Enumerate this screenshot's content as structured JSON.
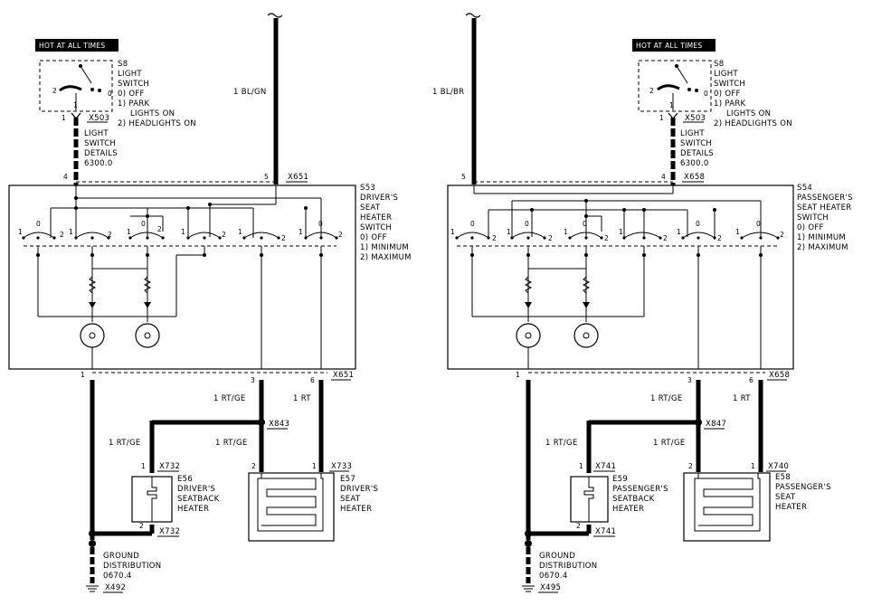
{
  "left": {
    "hot_label": "HOT AT ALL TIMES",
    "light_switch": {
      "id": "S8",
      "lines": [
        "LIGHT",
        "SWITCH",
        "0) OFF",
        "1) PARK",
        "LIGHTS ON",
        "2) HEADLIGHTS ON"
      ],
      "pos_labels": [
        "1",
        "2",
        "0"
      ]
    },
    "connector_top": "X503",
    "pin_top": "1",
    "details": [
      "LIGHT",
      "SWITCH",
      "DETAILS",
      "6300.0"
    ],
    "feed_wire": "1 BL/GN",
    "bus_connector": "X651",
    "bus_pins": [
      "4",
      "5"
    ],
    "seat_switch": {
      "id": "S53",
      "lines": [
        "DRIVER'S",
        "SEAT",
        "HEATER",
        "SWITCH",
        "0) OFF",
        "1) MINIMUM",
        "2) MAXIMUM"
      ]
    },
    "bottom_connector": "X651",
    "bottom_pins": [
      "1",
      "3",
      "6"
    ],
    "wire_rt_ge_a": "1 RT/GE",
    "wire_rt": "1 RT",
    "splice": "X843",
    "wire_rt_ge_b": "1 RT/GE",
    "wire_rt_ge_c": "1 RT/GE",
    "back_heater": {
      "id": "E56",
      "lines": [
        "DRIVER'S",
        "SEATBACK",
        "HEATER"
      ],
      "conn_top": "X732",
      "conn_bottom": "X732",
      "pin_top": "1",
      "pin_bottom": "2"
    },
    "seat_heater": {
      "id": "E57",
      "lines": [
        "DRIVER'S",
        "SEAT",
        "HEATER"
      ],
      "conn": "X733",
      "pins": [
        "2",
        "1"
      ]
    },
    "ground": {
      "lines": [
        "GROUND",
        "DISTRIBUTION",
        "0670.4"
      ],
      "conn": "X492"
    }
  },
  "right": {
    "hot_label": "HOT AT ALL TIMES",
    "light_switch": {
      "id": "S8",
      "lines": [
        "LIGHT",
        "SWITCH",
        "0) OFF",
        "1) PARK",
        "LIGHTS ON",
        "2) HEADLIGHTS ON"
      ],
      "pos_labels": [
        "1",
        "2",
        "0"
      ]
    },
    "connector_top": "X503",
    "pin_top": "1",
    "details": [
      "LIGHT",
      "SWITCH",
      "DETAILS",
      "6300.0"
    ],
    "feed_wire": "1 BL/BR",
    "bus_connector": "X658",
    "bus_pins": [
      "5",
      "4"
    ],
    "seat_switch": {
      "id": "S54",
      "lines": [
        "PASSENGER'S",
        "SEAT HEATER",
        "SWITCH",
        "0) OFF",
        "1) MINIMUM",
        "2) MAXIMUM"
      ]
    },
    "bottom_connector": "X658",
    "bottom_pins": [
      "1",
      "3",
      "6"
    ],
    "wire_rt_ge_a": "1 RT/GE",
    "wire_rt": "1 RT",
    "splice": "X847",
    "wire_rt_ge_b": "1 RT/GE",
    "wire_rt_ge_c": "1 RT/GE",
    "back_heater": {
      "id": "E59",
      "lines": [
        "PASSENGER'S",
        "SEATBACK",
        "HEATER"
      ],
      "conn_top": "X741",
      "conn_bottom": "X741",
      "pin_top": "1",
      "pin_bottom": "2"
    },
    "seat_heater": {
      "id": "E58",
      "lines": [
        "PASSENGER'S",
        "SEAT",
        "HEATER"
      ],
      "conn": "X740",
      "pins": [
        "2",
        "1"
      ]
    },
    "ground": {
      "lines": [
        "GROUND",
        "DISTRIBUTION",
        "0670.4"
      ],
      "conn": "X495"
    }
  },
  "switch_position_labels": [
    "1",
    "0",
    "2"
  ]
}
